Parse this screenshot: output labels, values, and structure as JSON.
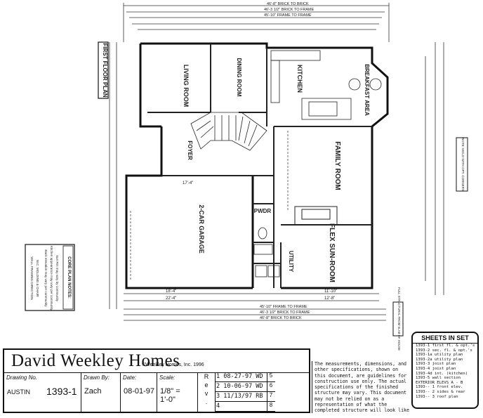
{
  "drawing": {
    "plan_title": "FIRST FLOOR PLAN",
    "rooms": {
      "living": "LIVING ROOM",
      "dining": "DINING ROOM",
      "kitchen": "KITCHEN",
      "breakfast": "BREAKFAST AREA",
      "foyer": "FOYER",
      "family": "FAMILY ROOM",
      "garage": "2-CAR GARAGE",
      "pwdr": "PWDR",
      "utility": "UTILITY",
      "sunroom": "FLEX SUN-ROOM"
    },
    "dimensions": {
      "top1": "46'-8\" BRICK TO BRICK",
      "top2": "46'-3 1/2\" BRICK TO FRAME",
      "top3": "45'-10\" FRAME TO FRAME",
      "bottom1": "45'-10\" FRAME TO FRAME",
      "bottom2": "46'-3 1/2\" BRICK TO FRAME",
      "bottom3": "46'-8\" BRICK TO BRICK",
      "garage_w": "22'-4\"",
      "garage_in": "18'-4\"",
      "garage_top": "17'-4\"",
      "sun_w": "12'-8\"",
      "sun_in": "11'-10\""
    },
    "core_notes": {
      "title": "CORE PLAN NOTES:",
      "items": [
        "Sun Rm may vary by community",
        "Kitchen appearance may vary per community",
        "Back elevation may vary per community",
        "W.C. MOLDING & CHAIR",
        "WALL FRAMING DIRECTION"
      ]
    },
    "side_note_right": "NOTE: MOLD WITH OPT. CORNERS",
    "bottom_right_note": "FULL STRUCTURAL FROM SLAB OF HOUSE"
  },
  "title_block": {
    "company": "David Weekley Homes",
    "copyright": "©Weekley Homes, Inc. 1996",
    "drawing_no_label": "Drawing No.",
    "drawing_name": "AUSTIN",
    "drawing_no": "1393-1",
    "drawn_by_label": "Drawn By:",
    "drawn_by": "Zach",
    "date_label": "Date:",
    "date": "08-01-97",
    "scale_label": "Scale:",
    "scale": "1/8\" = 1'-0\"",
    "rev_label": [
      "R",
      "e",
      "v",
      "."
    ],
    "revisions": [
      {
        "no": "1",
        "text": "08-27-97 WD",
        "slot": "5"
      },
      {
        "no": "2",
        "text": "10-06-97 WD",
        "slot": "6"
      },
      {
        "no": "3",
        "text": "11/13/97 RB",
        "slot": "7"
      },
      {
        "no": "4",
        "text": "",
        "slot": "8"
      }
    ]
  },
  "disclaimer": "The measurements, dimensions, and other specifications, shown on this document, are guidelines for construction use only. The actual specifications of the finished structure may vary. This document may not be relied on as a representation of what the completed structure will look like",
  "sheets_in_set": {
    "title": "SHEETS IN SET",
    "items": [
      "1393-1 first fl. & opt.'s",
      "1393-2 sec. fl. & opt.'s",
      "1393-1a utility plan",
      "1393-2a utility plan",
      "1393-3 joist plan",
      "1393-4 joist plan",
      "1393-4d int. (kitchen)",
      "1393-5 wall section",
      "EXTERIOR ELEVS A - B",
      "1393-- 1 front elev.",
      "1393-- 2 sides & rear",
      "1393-- 3 roof plan"
    ]
  }
}
